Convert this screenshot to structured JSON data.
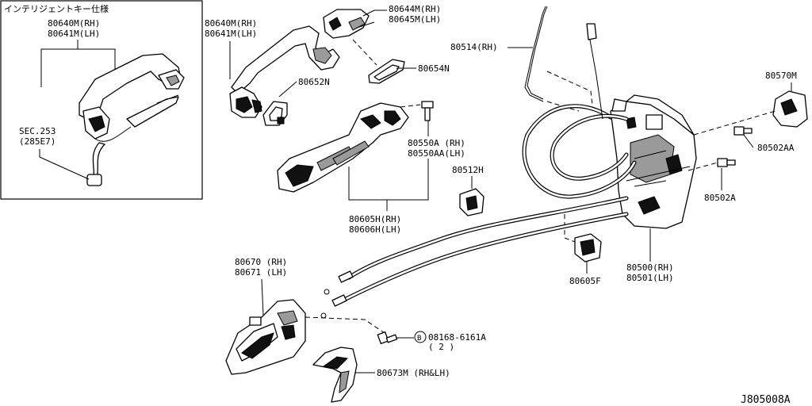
{
  "inset": {
    "title": "インテリジェントキー仕様",
    "part_label_1": "80640M(RH)",
    "part_label_2": "80641M(LH)",
    "sec_label_1": "SEC.253",
    "sec_label_2": "(285E7)"
  },
  "labels": {
    "handle_rh": "80640M(RH)",
    "handle_lh": "80641M(LH)",
    "escutcheon_rh": "80644M(RH)",
    "escutcheon_lh": "80645M(LH)",
    "gasket_front": "80654N",
    "gasket_rear": "80652N",
    "rod": "80514(RH)",
    "bolt_rh": "80550A (RH)",
    "bolt_lh": "80550AA(LH)",
    "clip": "80512H",
    "bracket_rh": "80605H(RH)",
    "bracket_lh": "80606H(LH)",
    "striker": "80570M",
    "screw_1": "80502AA",
    "screw_2": "80502A",
    "lock_rh": "80500(RH)",
    "lock_lh": "80501(LH)",
    "cable_clip": "80605F",
    "inside_handle_rh": "80670 (RH)",
    "inside_handle_lh": "80671 (LH)",
    "bolt_marker": "B",
    "bolt_part": "08168-6161A",
    "bolt_qty": "( 2 )",
    "inner_escutcheon": "80673M (RH&LH)",
    "diagram_code": "J805008A"
  }
}
